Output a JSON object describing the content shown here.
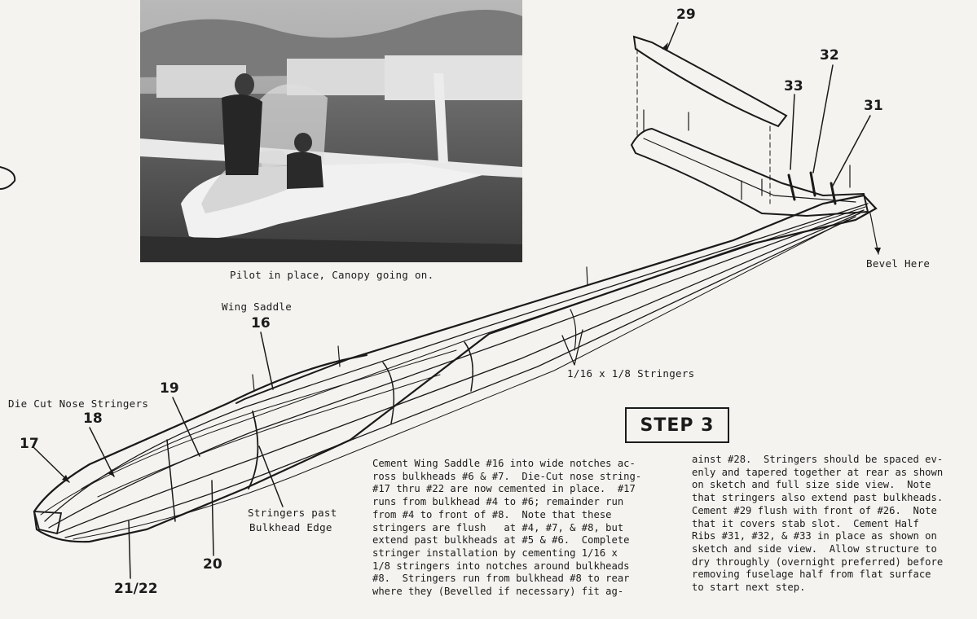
{
  "photo": {
    "caption": "Pilot in place, Canopy going on."
  },
  "step_label": "STEP 3",
  "callouts": {
    "wing_saddle": "Wing Saddle",
    "n16": "16",
    "nose_stringers": "Die Cut Nose Stringers",
    "n18": "18",
    "n19": "19",
    "n17": "17",
    "stringers_past": "Stringers past",
    "bulkhead_edge": "Bulkhead Edge",
    "n20": "20",
    "n21_22": "21/22",
    "stringers_size": "1/16 x 1/8 Stringers",
    "bevel_here": "Bevel Here",
    "n29": "29",
    "n32": "32",
    "n33": "33",
    "n31": "31"
  },
  "instructions": {
    "col1": [
      "Cement Wing Saddle #16 into wide notches ac-",
      "ross bulkheads #6 & #7.  Die-Cut nose string-",
      "#17 thru #22 are now cemented in place.  #17",
      "runs from bulkhead #4 to #6; remainder run",
      "from #4 to front of #8.  Note that these",
      "stringers are flush   at #4, #7, & #8, but",
      "extend past bulkheads at #5 & #6.  Complete",
      "stringer installation by cementing 1/16 x",
      "1/8 stringers into notches around bulkheads",
      "#8.  Stringers run from bulkhead #8 to rear",
      "where they (Bevelled if necessary) fit ag-"
    ],
    "col2": [
      "ainst #28.  Stringers should be spaced ev-",
      "enly and tapered together at rear as shown",
      "on sketch and full size side view.  Note",
      "that stringers also extend past bulkheads.",
      "Cement #29 flush with front of #26.  Note",
      "that it covers stab slot.  Cement Half",
      "Ribs #31, #32, & #33 in place as shown on",
      "sketch and side view.  Allow structure to",
      "dry throughly (overnight preferred) before",
      "removing fuselage half from flat surface",
      "to start next step."
    ]
  }
}
